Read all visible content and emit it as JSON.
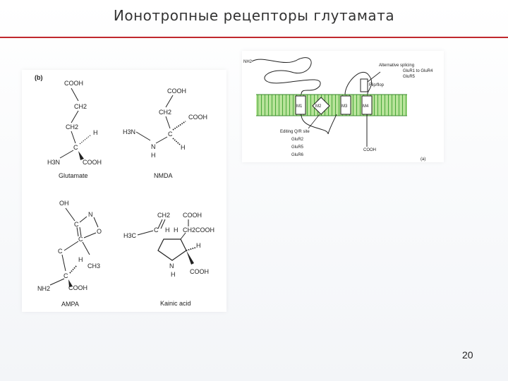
{
  "slide": {
    "title": "Ионотропные рецепторы глутамата",
    "page_number": "20"
  },
  "figure_b": {
    "panel_label": "(b)",
    "glutamate": {
      "name": "Glutamate",
      "cooh_top": "COOH",
      "ch2_a": "CH2",
      "ch2_b": "CH2",
      "c": "C",
      "h": "H",
      "h3n": "H3N",
      "cooh": "COOH"
    },
    "nmda": {
      "name": "NMDA",
      "cooh_top": "COOH",
      "ch2": "CH2",
      "cooh_right": "COOH",
      "h3n": "H3N",
      "c": "C",
      "n": "N",
      "h_n": "H",
      "h_c": "H"
    },
    "ampa": {
      "name": "AMPA",
      "oh": "OH",
      "c1": "C",
      "n": "N",
      "c2": "C",
      "o": "O",
      "c3": "C",
      "c4": "C",
      "c5": "C",
      "h": "H",
      "ch3": "CH3",
      "nh2": "NH2",
      "cooh": "COOH"
    },
    "kainic": {
      "name": "Kainic acid",
      "ch2_top": "CH2",
      "cooh_top": "COOH",
      "h3c": "H3C",
      "c": "C",
      "h1": "H",
      "h2": "H",
      "ch2cooh": "CH2COOH",
      "h_right": "H",
      "n": "N",
      "h_n": "H",
      "cooh": "COOH"
    }
  },
  "figure_a": {
    "nh2": "NH2",
    "alt_splicing": "Alternative splicing",
    "glur_range": "GluR1 to GluR4",
    "glur5": "GluR5",
    "flip_flop": "Flip/flop",
    "m1": "M1",
    "m2": "M2",
    "m3": "M3",
    "m4": "M4",
    "editing": "Editing Q/R site",
    "glur2": "GluR2",
    "glur5b": "GluR5",
    "glur6": "GluR6",
    "cooh": "COOH",
    "panel_label": "(a)"
  }
}
